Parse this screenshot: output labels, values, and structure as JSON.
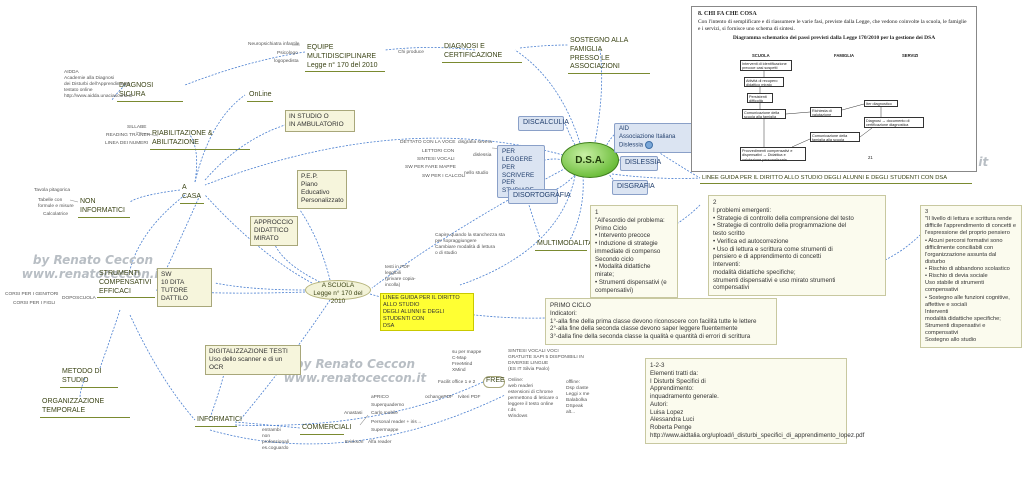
{
  "watermark": "by Renato Ceccon\nwww.renatoceccon.it",
  "center": "D.S.A.",
  "scuola": "A SCUOLA\nLegge n° 170 del 2010",
  "topics": {
    "equipe": "EQUIPE MULTIDISCIPLINARE\nLegge n° 170 del 2010",
    "diagnosi_cert": "DIAGNOSI E CERTIFICAZIONE",
    "sostegno": "SOSTEGNO ALLA FAMIGLIA\nPRESSO LE ASSOCIAZIONI",
    "diagnosi_sicura": "DIAGNOSI SICURA",
    "online": "OnLine",
    "riabilitazione": "RIABILITAZIONE & ABILITAZIONE",
    "studio": "IN STUDIO O\nIN AMBULATORIO",
    "a_casa": "A CASA",
    "non_informatici": "NON INFORMATICI",
    "approccio": "APPROCCIO\nDIDATTICO\nMIRATO",
    "pep": "P.E.P.\nPiano\nEducativo\nPersonalizzato",
    "sw": "SW\n10 DITA\nTUTORE DATTILO",
    "strumenti": "STRUMENTI\nCOMPENSATIVI\nEFFICACI",
    "metodo": "METODO DI STUDIO",
    "organizzazione": "ORGANIZZAZIONE TEMPORALE",
    "digitalizzazione": "DIGITALIZZAZIONE TESTI\nUso dello scanner e di un OCR",
    "informatici": "INFORMATICI",
    "commerciali": "COMMERCIALI",
    "free": "FREE",
    "leggere": "PER LEGGERE\nPER SCRIVERE\nPER STUDIARE",
    "multimodalita": "MULTIMODALITA'",
    "discalculia": "DISCALCULIA",
    "disortografia": "DISORTOGRAFIA",
    "dislessia": "DISLESSIA",
    "disgrafia": "DISGRAFIA",
    "aid": "AID\nAssociazione Italiana Dislessia",
    "linee_guida": "LINEE GUIDA PER IL DIRITTO ALLO STUDIO DEGLI ALUNNI E DEGLI STUDENTI CON DSA"
  },
  "labels": {
    "neuro": "Neuropsichiatra infantile",
    "psicologo": "Psicologo",
    "logopedista": "logopedista",
    "chi_produce": "Chi produce",
    "aidda": "AIDDA\nAcademie alla Diagnosi\ndei Disturbi dell'Apprendimento\ntestato online\nhttp://www.aidda.unaciascuna.it/",
    "sillabe": "SILLABE",
    "reading": "READING TRAINER",
    "linea": "LINEA DEI NUMERI",
    "ripeti": "A lo",
    "tavola": "Tavola pitagorica",
    "tabelle": "Tabelle con\nformule e misure",
    "calcolatrice": "Calcolatrice",
    "dettato": "DETTATO CON LA VOCE",
    "lettori": "LETTORI CON",
    "sintesi": "SINTESI VOCALI",
    "sw_fare": "SW PER FARE MAPPE",
    "sw_calcoli": "SW PER I CALCOLI",
    "disgrafia_sev": "disgrafia severa",
    "dislessia_s": "dislessia",
    "studio_s": "nello studio",
    "capire": "Capire quando la stanchezza sta\nper sopraggiungere\nCambiare modalità di lettura\no di studio",
    "testi_pdf": "testi in PDF\nleggibili\n(privare copia-\nincolla)",
    "linee_hl": "LINEE GUIDA PER IL DIRITTO ALLO STUDIO\nDEGLI ALUNNI E DEGLI STUDENTI CON\nDSA",
    "corsi_genitori": "CORSI PER I GENITORI",
    "corsi_figli": "CORSI PER I FIGLI",
    "doposcuola": "DOPOSCUOLA",
    "aprico": "aPRICO",
    "superquaderno": "Superquaderno",
    "carlo": "Carlo mobile",
    "personal": "Personal reader + iris→",
    "supermappe": "Supermappe",
    "anastasi": "Anastasi",
    "erickson": "Erickson",
    "alfa": "Alfa reader",
    "entrambi": "entrambi\nnon\nprofessionali\nes.coguardo",
    "suspermappe": "su per mappe\nC-Map\nFreeMind\nXMind",
    "facilitoffice": "Facilit office 1 e 2",
    "ochangepdf": "ochangePDF",
    "ivitanpdf": "Iviteri PDF",
    "sintesivocali": "SINTESI VOCALI          VOCI\nGRATUITE SAPI 5 DISPONIBILI IN\nDIVERSE LINGUE\n(ES IT Silvia  Paolo)",
    "online_web": "Online:\nweb readeri\nestensioni di Chrome\npermettono di leticare o\nleggere il testo online\nr.ds\nWindows",
    "offline": "offline:\nDsp claste\nLeggi x me\nBalabolka\nDSpeak\nalt..."
  },
  "notes": {
    "n1": "1\n\"All'esordio del problema:\nPrimo Ciclo\n• Intervento precoce\n• Induzione di strategie\nimmediate di compenso\nSecondo ciclo\n•    Modalità didattiche\nmirate;\n•    Strumenti dispensativi (e\ncompensativi)",
    "n2": "2\nI problemi emergenti:\n• Strategie di controllo della comprensione del testo\n• Strategie di controllo della programmazione del\ntesto scritto\n• Verifica ed autocorrezione\n• Uso di lettura e scrittura come strumenti di\npensiero e di apprendimento di concetti\nInterventi:\nmodalità didattiche specifiche;\nstrumenti dispensativi e uso mirato strumenti\ncompensativi",
    "n3": "3\n\"Il livello di lettura e scrittura rende\ndifficile l'apprendimento di concetti e\nl'espressione del proprio pensiero\n• Alcuni percorsi formativi sono\ndifficilmente conciliabili con\nl'organizzazione assunta dal disturbo\n• Rischio di abbandono scolastico\n• Rischio di devia sociale\nUso stabile di strumenti compensativi\n• Sostegno alle funzioni cognitive,\naffettive e sociali\nInterventi\nmodalità didattiche specifiche;\nStrumenti dispensativi e compensativi\nSostegno allo studio",
    "primo_ciclo": "PRIMO CICLO\nIndicatori:\n1°-alla fine della prima classe devono riconoscere con facilità tutte le lettere\n2°-alla fine della seconda classe devono saper leggere fluentemente\n3°-dalla fine della seconda classe la qualità e quantità di errori di scrittura",
    "ref": "1-2-3\nElementi tratti da:\nI Disturbi Specifici di\nApprendimento:\ninquadramento generale.\nAutori:\nLuisa Lopez\nAlessandra Luci\nRoberta Penge\nhttp://www.aidtalia.org/upload/i_disturbi_specifici_di_apprendimento_lopez.pdf"
  },
  "doc": {
    "heading": "8. CHI FA CHE COSA",
    "para": "Con l'intento di semplificare e di riassumere le varie fasi, previste dalla Legge, che vedono coinvolte la scuola, le famiglie e i servizi, si fornisce uno schema di sintesi.",
    "title": "Diagramma schematico dei passi previsti dalla Legge 170/2010 per la gestione dei DSA",
    "col_scuola": "SCUOLA",
    "col_famiglia": "FAMIGLIA",
    "col_servizi": "SERVIZI",
    "b1": "Interventi di identificazione\nprecoce casi sospetti",
    "b2": "Attività di recupero\ndidattico mirato",
    "b3": "Persistenti\ndifficoltà",
    "b4": "Comunicazione della\nscuola alla famiglia",
    "b5": "Richiesta di\nvalutazione",
    "b6": "Iter diagnostico",
    "b7": "Diagnosi  → documento di\ncertificazione diagnostica",
    "b8": "Comunicazione della\nfamiglia alla scuola",
    "b9": "Provvedimenti compensativi e\ndispensativi → Didattica e\nvalutazione personalizzata",
    "page": "21"
  }
}
